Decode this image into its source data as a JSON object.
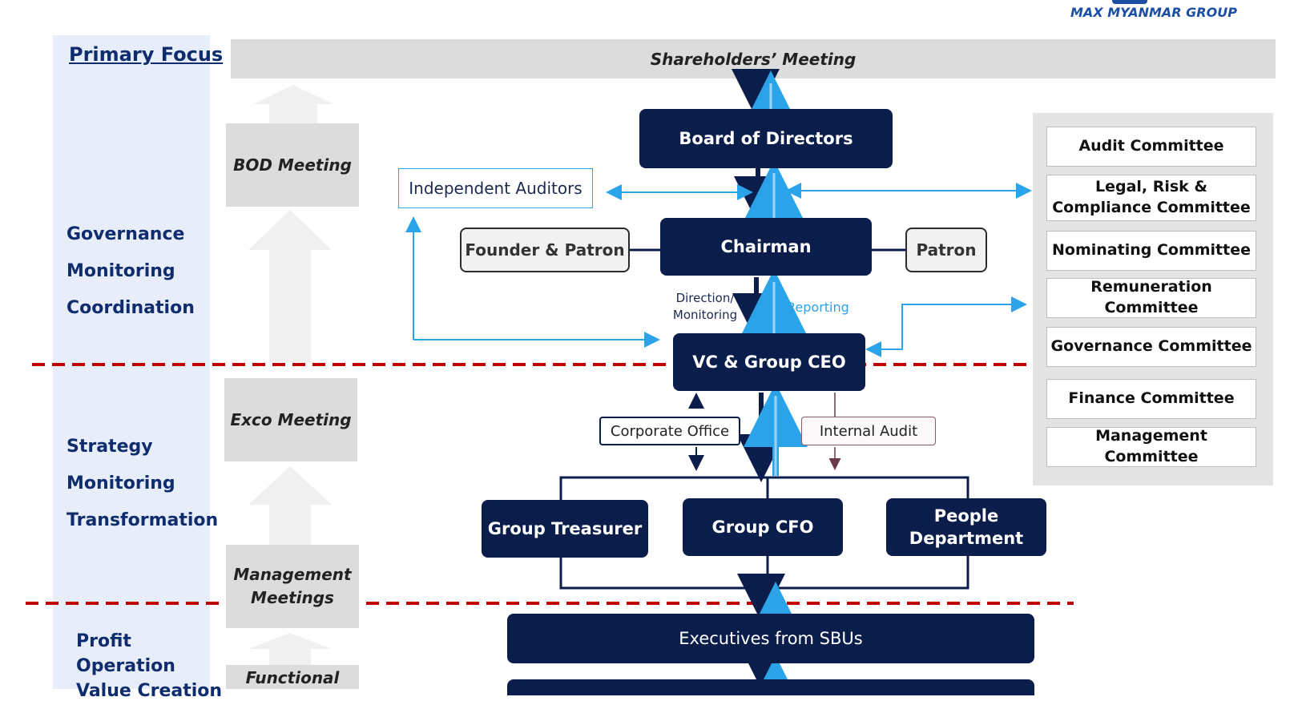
{
  "brand": {
    "name": "MAX MYANMAR GROUP"
  },
  "left_column": {
    "title": "Primary Focus",
    "tier1": [
      "Governance",
      "Monitoring",
      "Coordination"
    ],
    "tier2": [
      "Strategy",
      "Monitoring",
      "Transformation"
    ],
    "tier3": [
      "Profit",
      "Operation",
      "Value Creation"
    ]
  },
  "meetings": {
    "shareholders": "Shareholders’ Meeting",
    "bod": "BOD Meeting",
    "exco": "Exco Meeting",
    "management": "Management Meetings",
    "functional": "Functional"
  },
  "org": {
    "board": "Board of Directors",
    "chairman": "Chairman",
    "founder": "Founder & Patron",
    "patron": "Patron",
    "auditors": "Independent Auditors",
    "direction": "Direction/ Monitoring",
    "reporting": "Reporting",
    "ceo": "VC & Group CEO",
    "corporate_office": "Corporate Office",
    "internal_audit": "Internal Audit",
    "treasurer": "Group Treasurer",
    "cfo": "Group CFO",
    "people": "People Department",
    "executives": "Executives from SBUs"
  },
  "committees": [
    "Audit Committee",
    "Legal, Risk & Compliance Committee",
    "Nominating Committee",
    "Remuneration Committee",
    "Governance Committee",
    "Finance Committee",
    "Management Committee"
  ],
  "colors": {
    "navy": "#0b1d4a",
    "light_blue": "#2aa3e8",
    "divider_red": "#c00000",
    "side_panel": "#e8eef9"
  }
}
